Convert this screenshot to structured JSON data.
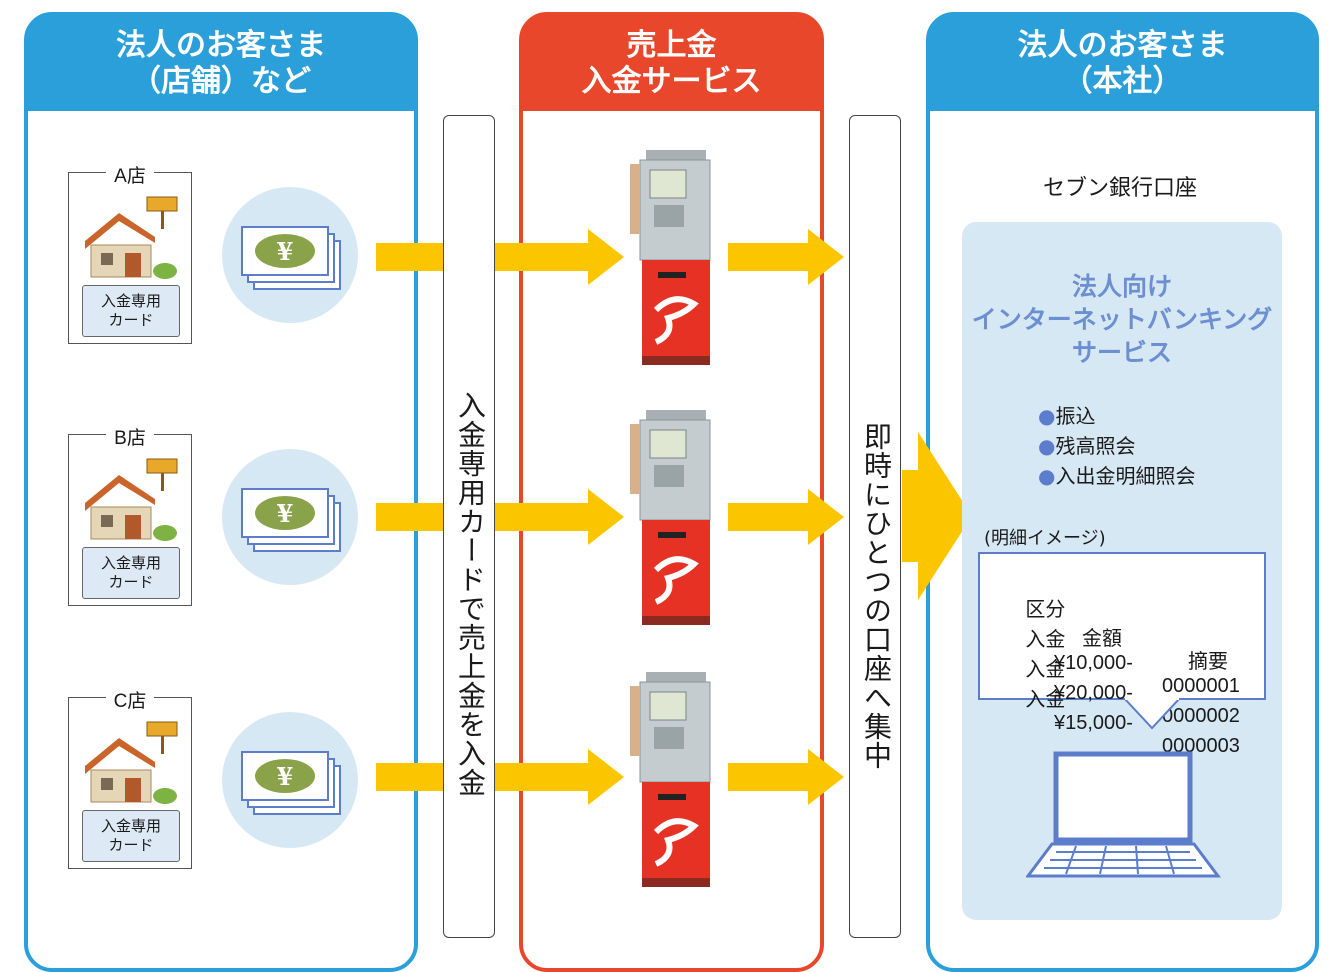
{
  "columns": {
    "left": {
      "title_line1": "法人のお客さま",
      "title_line2": "（店舗）など"
    },
    "middle": {
      "title_line1": "売上金",
      "title_line2": "入金サービス"
    },
    "right": {
      "title_line1": "法人のお客さま",
      "title_line2": "（本社）"
    }
  },
  "stores": [
    {
      "label": "A店",
      "card_line1": "入金専用",
      "card_line2": "カード"
    },
    {
      "label": "B店",
      "card_line1": "入金専用",
      "card_line2": "カード"
    },
    {
      "label": "C店",
      "card_line1": "入金専用",
      "card_line2": "カード"
    }
  ],
  "currency_symbol": "¥",
  "step1_text": "入金専用カードで売上金を入金",
  "step2_text": "即時にひとつの口座へ集中",
  "bank_account": "セブン銀行口座",
  "internet_banking": {
    "title_line1": "法人向け",
    "title_line2": "インターネットバンキング",
    "title_line3": "サービス",
    "features": [
      "振込",
      "残高照会",
      "入出金明細照会"
    ]
  },
  "statement": {
    "label": "(明細イメージ)",
    "headers": [
      "区分",
      "金額",
      "摘要"
    ],
    "rows": [
      [
        "入金",
        "¥10,000-",
        "0000001"
      ],
      [
        "入金",
        "¥20,000-",
        "0000002"
      ],
      [
        "入金",
        "¥15,000-",
        "0000003"
      ]
    ]
  },
  "colors": {
    "blue": "#2a9fd9",
    "red": "#e8472b",
    "arrow": "#fbc600",
    "light_blue": "#d7e8f5",
    "accent": "#6b8fd0"
  }
}
